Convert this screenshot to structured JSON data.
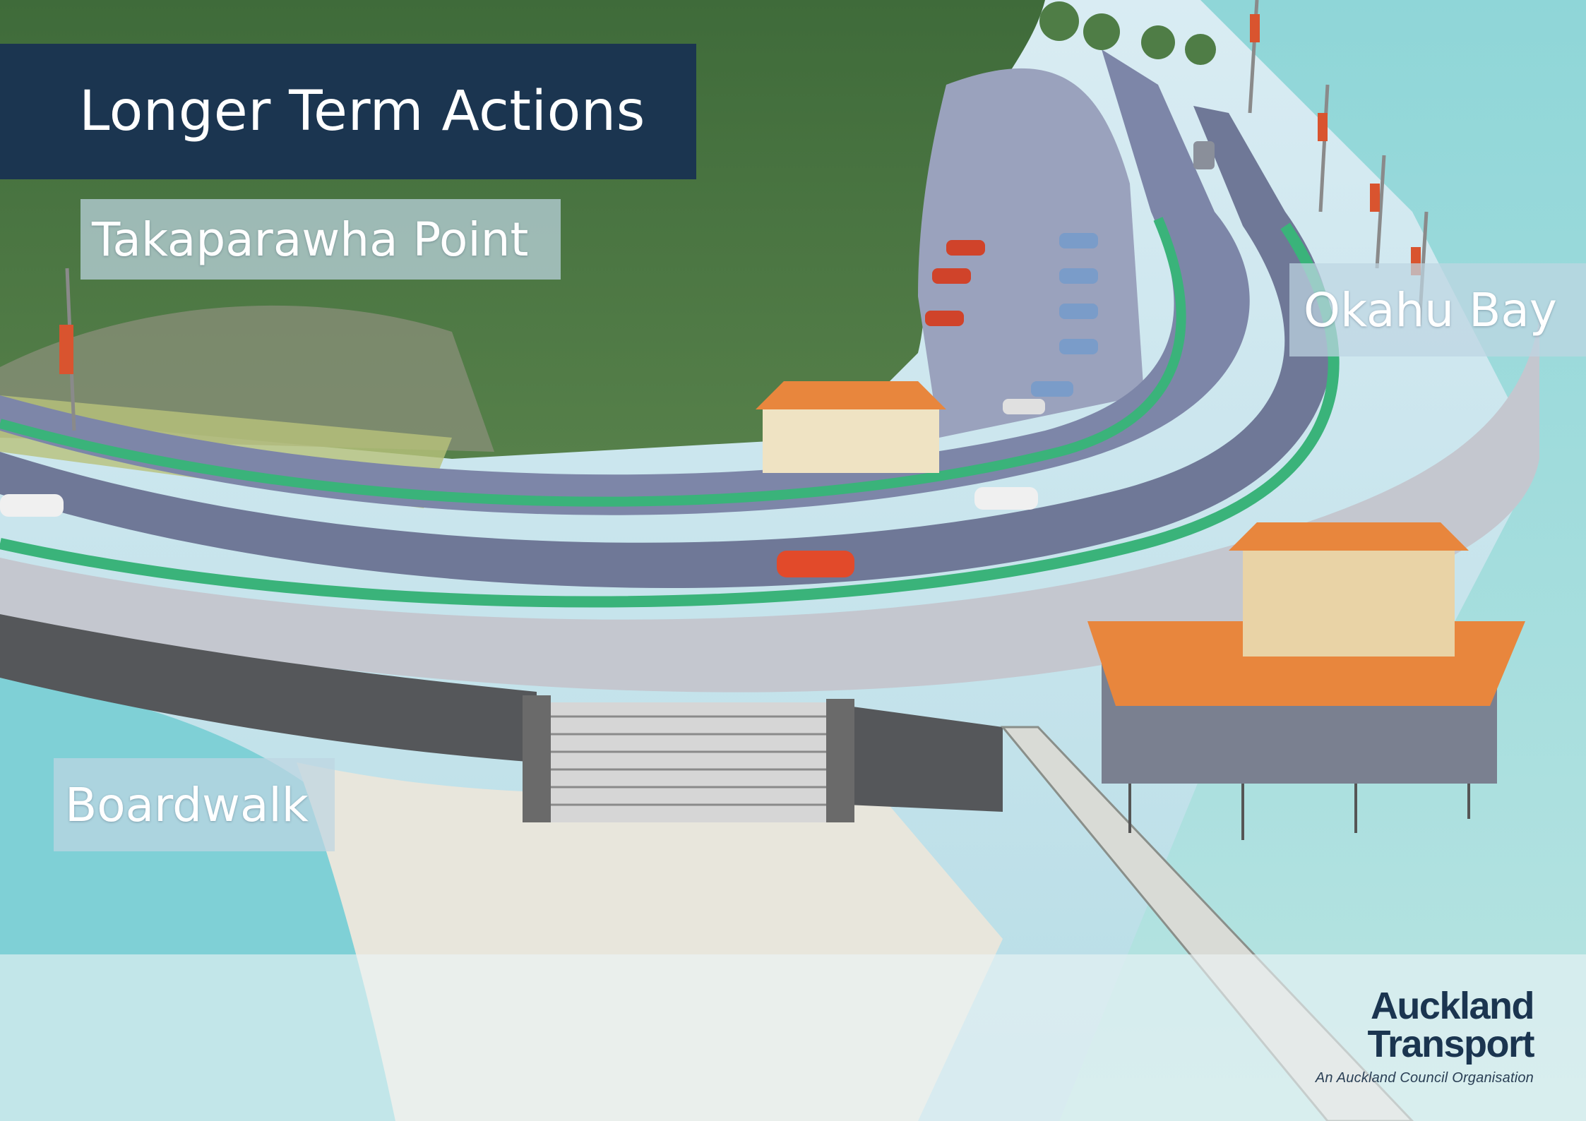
{
  "title": "Longer Term Actions",
  "labels": {
    "takaparawha": "Takaparawha Point",
    "okahu": "Okahu Bay",
    "boardwalk": "Boardwalk"
  },
  "logo": {
    "line1": "Auckland",
    "line2": "Transport",
    "tagline": "An Auckland Council Organisation"
  },
  "colors": {
    "title_band": "#1b3550",
    "logo_text": "#1b3550",
    "cycle_lane": "#3ab37a",
    "building_roof": "#e8863d",
    "water": "#7fd0d6"
  }
}
